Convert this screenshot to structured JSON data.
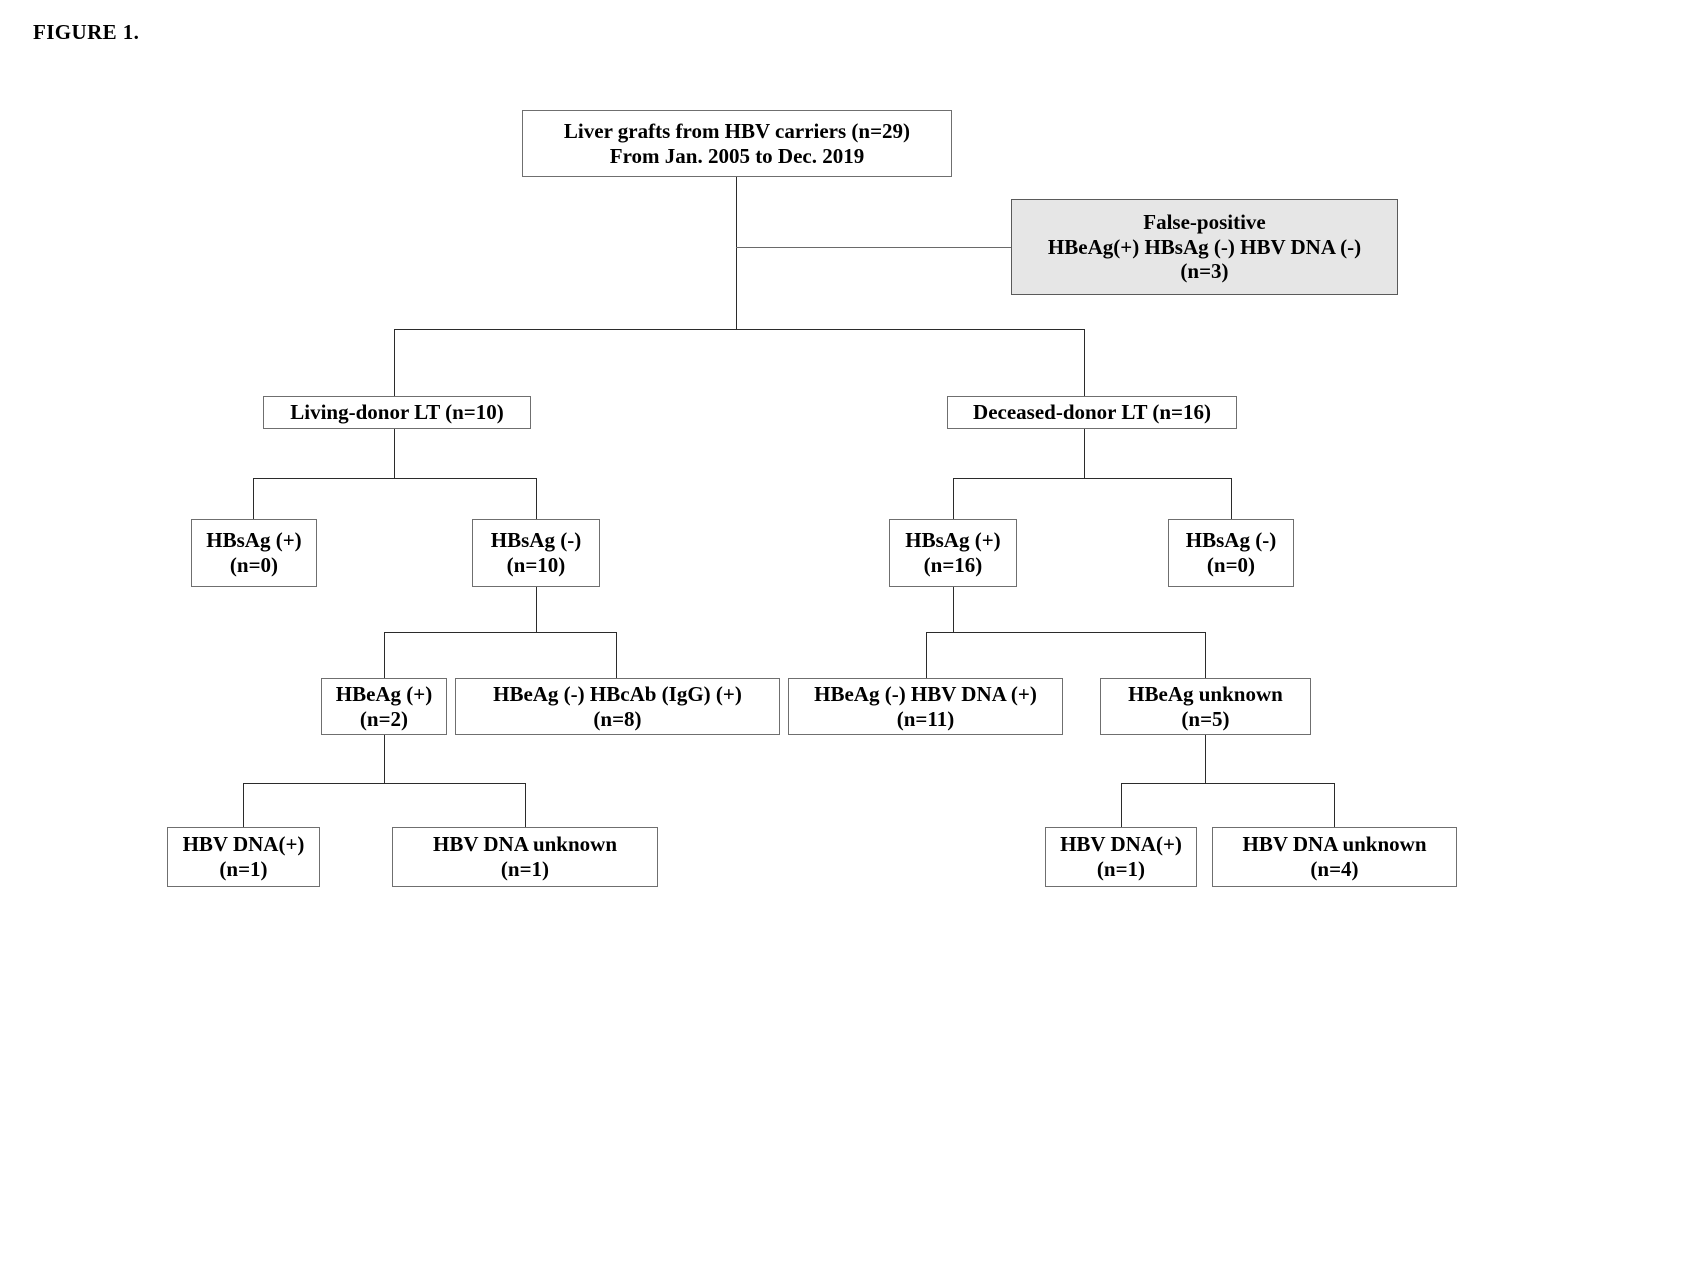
{
  "figure": {
    "title": "FIGURE 1."
  },
  "diagram": {
    "type": "flowchart",
    "nodes": {
      "root": {
        "line1": "Liver grafts from HBV carriers (n=29)",
        "line2": "From Jan. 2005 to Dec. 2019"
      },
      "false_positive": {
        "line1": "False-positive",
        "line2": "HBeAg(+) HBsAg (-) HBV DNA (-)",
        "line3": "(n=3)",
        "fill_color": "#e6e6e6"
      },
      "living_donor": {
        "line1": "Living-donor LT (n=10)"
      },
      "deceased_donor": {
        "line1": "Deceased-donor LT (n=16)"
      },
      "ld_hbsag_pos": {
        "line1": "HBsAg (+)",
        "line2": "(n=0)"
      },
      "ld_hbsag_neg": {
        "line1": "HBsAg (-)",
        "line2": "(n=10)"
      },
      "dd_hbsag_pos": {
        "line1": "HBsAg (+)",
        "line2": "(n=16)"
      },
      "dd_hbsag_neg": {
        "line1": "HBsAg (-)",
        "line2": "(n=0)"
      },
      "ld_hbeag_pos": {
        "line1": "HBeAg (+)",
        "line2": "(n=2)"
      },
      "ld_hbeag_neg_hbcab": {
        "line1": "HBeAg (-) HBcAb (IgG) (+)",
        "line2": "(n=8)"
      },
      "dd_hbeag_neg_dna_pos": {
        "line1": "HBeAg (-) HBV DNA (+)",
        "line2": "(n=11)"
      },
      "dd_hbeag_unknown": {
        "line1": "HBeAg unknown",
        "line2": "(n=5)"
      },
      "ld_dna_pos": {
        "line1": "HBV DNA(+)",
        "line2": "(n=1)"
      },
      "ld_dna_unknown": {
        "line1": "HBV DNA unknown",
        "line2": "(n=1)"
      },
      "dd_dna_pos": {
        "line1": "HBV DNA(+)",
        "line2": "(n=1)"
      },
      "dd_dna_unknown": {
        "line1": "HBV DNA unknown",
        "line2": "(n=4)"
      }
    }
  }
}
